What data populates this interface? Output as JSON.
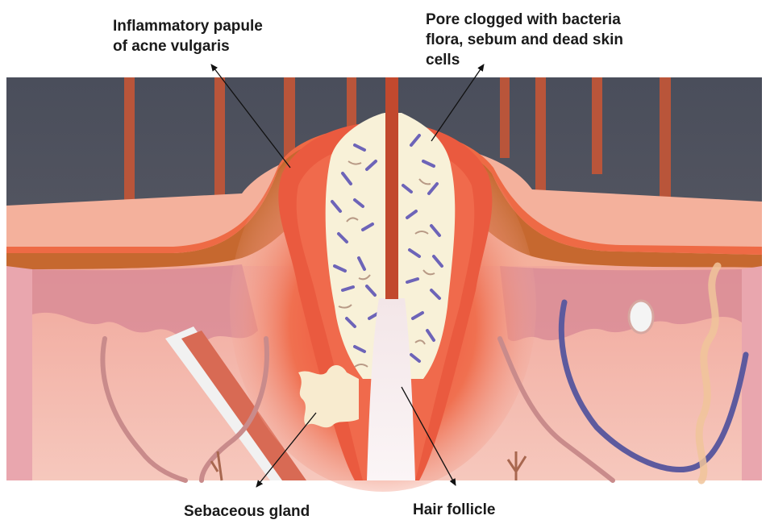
{
  "labels": {
    "papule": "Inflammatory papule\nof acne vulgaris",
    "pore": "Pore clogged with bacteria\nflora, sebum and dead skin\ncells",
    "gland": "Sebaceous gland",
    "follicle": "Hair follicle"
  },
  "colors": {
    "sky": "#4a4e5b",
    "skin_surface": "#f2a48e",
    "epidermis_band": "#c0632e",
    "dermis": "#f3b9ae",
    "inflammation": "#e8503a",
    "sebum_plug": "#f8f1d8",
    "bacteria_rod": "#6d64b8",
    "hair": "#b8482e",
    "vein": "#5d5a9e",
    "nerve": "#f0c49a",
    "arrow": "#111111"
  }
}
